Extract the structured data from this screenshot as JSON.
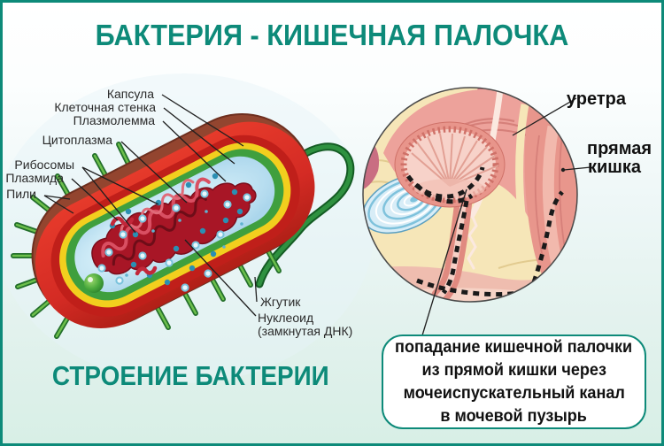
{
  "header": {
    "title": "БАКТЕРИЯ - КИШЕЧНАЯ ПАЛОЧКА"
  },
  "bacterium": {
    "caption": "СТРОЕНИЕ БАКТЕРИИ",
    "labels": {
      "capsule": "Капсула",
      "cell_wall": "Клеточная стенка",
      "plasmolemma": "Плазмолемма",
      "cytoplasm": "Цитоплазма",
      "ribosomes": "Рибосомы",
      "plasmid": "Плазмида",
      "pili": "Пили",
      "flagellum": "Жгутик",
      "nucleoid": "Нуклеоид",
      "nucleoid_sub": "(замкнутая ДНК)"
    }
  },
  "anatomy": {
    "labels": {
      "urethra": "уретра",
      "rectum_line1": "прямая",
      "rectum_line2": "кишка"
    },
    "note_lines": [
      "попадание кишечной палочки",
      "из прямой кишки через",
      "мочеиспускательный канал",
      "в мочевой пузырь"
    ]
  },
  "colors": {
    "accent_teal": "#0D8A79",
    "label_text": "#2A2A2A",
    "note_text": "#111111",
    "bacterium_red": "#D42B24",
    "bacterium_yellow": "#F2CF1E",
    "bacterium_green": "#3F9F3E",
    "cytoplasm_blue": "#BFE2F2",
    "nucleoid_red": "#A81626",
    "anatomy_pink": "#EDA29B",
    "anatomy_cream": "#F6E6B8",
    "spiral_blue": "#7FC2DC"
  }
}
